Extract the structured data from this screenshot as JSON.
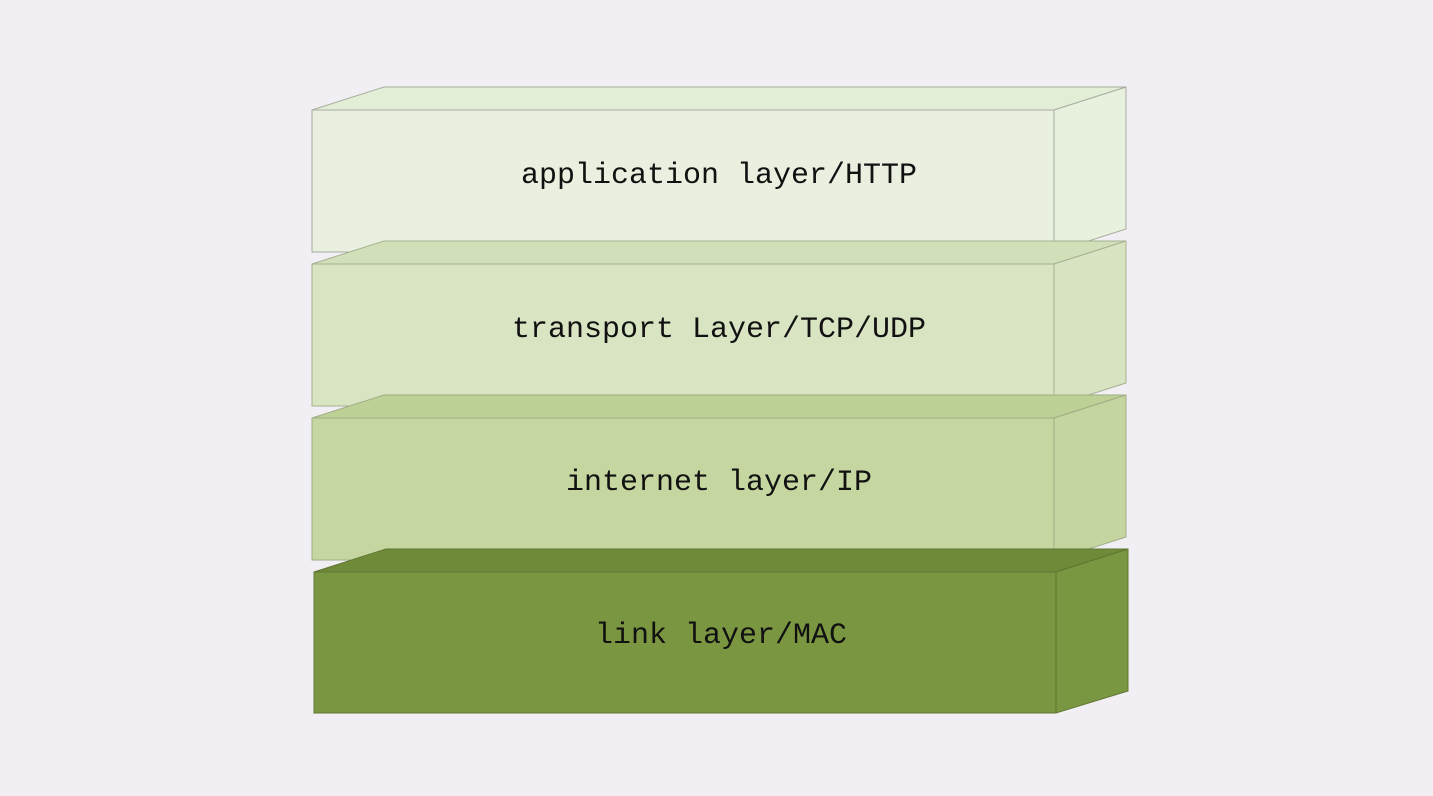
{
  "diagram": {
    "layers": [
      {
        "label": "application layer/HTTP",
        "colors": {
          "front": "#e9f0df",
          "top": "#e3eed7",
          "side": "#e8f0de",
          "stroke": "#a8ad9f"
        }
      },
      {
        "label": "transport Layer/TCP/UDP",
        "colors": {
          "front": "#d8e4c2",
          "top": "#d2e0ba",
          "side": "#d7e3c1",
          "stroke": "#a6b08f"
        }
      },
      {
        "label": "internet layer/IP",
        "colors": {
          "front": "#c5d6a1",
          "top": "#bdd197",
          "side": "#c4d5a0",
          "stroke": "#a0ad85"
        }
      },
      {
        "label": "link layer/MAC",
        "colors": {
          "front": "#7a9641",
          "top": "#6f8b39",
          "side": "#799640",
          "stroke": "#5f7633"
        }
      }
    ],
    "background": "#f1eff4"
  }
}
